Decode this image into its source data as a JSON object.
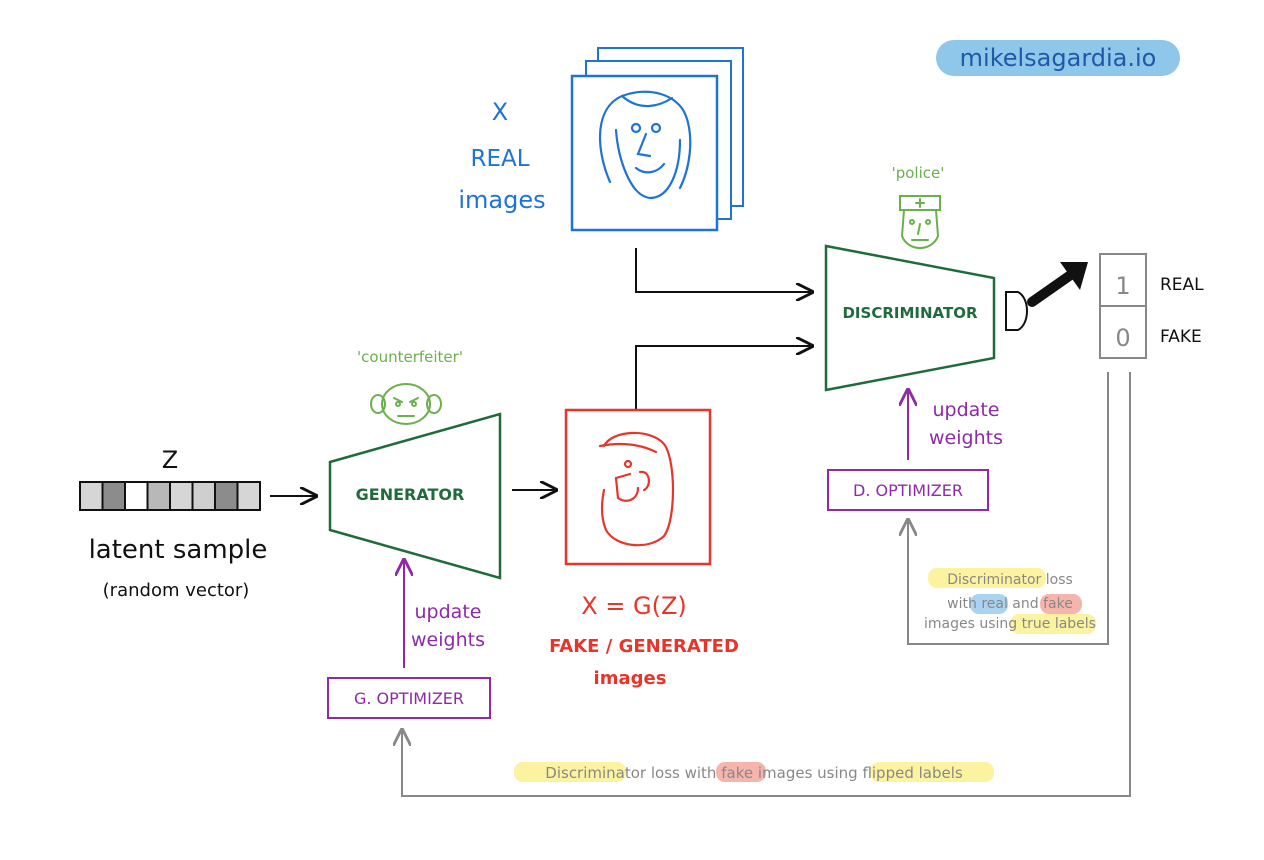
{
  "brand": {
    "text": "mikelsagardia.io",
    "bg_color": "#8fc7ea"
  },
  "colors": {
    "real": "#1e73d8",
    "fake": "#e8352a",
    "network": "#1f6b3c",
    "character": "#6ab04c",
    "optimizer": "#8e2aa8",
    "flow": "#111111",
    "loss": "#888888"
  },
  "real": {
    "symbol": "X",
    "line1": "REAL",
    "line2": "images"
  },
  "discriminator": {
    "label": "DISCRIMINATOR",
    "nickname": "'police'"
  },
  "generator": {
    "label": "GENERATOR",
    "nickname": "'counterfeiter'"
  },
  "latent": {
    "symbol": "Z",
    "line1": "latent sample",
    "line2": "(random vector)"
  },
  "fake": {
    "formula": "X = G(Z)",
    "line1": "FAKE / GENERATED",
    "line2": "images"
  },
  "output": {
    "cells": [
      {
        "value": "1",
        "label": "REAL"
      },
      {
        "value": "0",
        "label": "FAKE"
      }
    ]
  },
  "d_optimizer": {
    "label": "D. OPTIMIZER",
    "update1": "update",
    "update2": "weights"
  },
  "g_optimizer": {
    "label": "G. OPTIMIZER",
    "update1": "update",
    "update2": "weights"
  },
  "d_loss": {
    "line1": [
      "Discriminator",
      " loss"
    ],
    "line2": [
      "with ",
      "real",
      " and ",
      "fake"
    ],
    "line3": [
      "images using ",
      "true labels"
    ]
  },
  "g_loss": [
    "Discriminator",
    " loss  with ",
    "fake",
    " images  using ",
    "flipped labels"
  ],
  "icons": [
    "face-icon",
    "police-face-icon",
    "counterfeiter-face-icon",
    "fake-face-icon"
  ]
}
